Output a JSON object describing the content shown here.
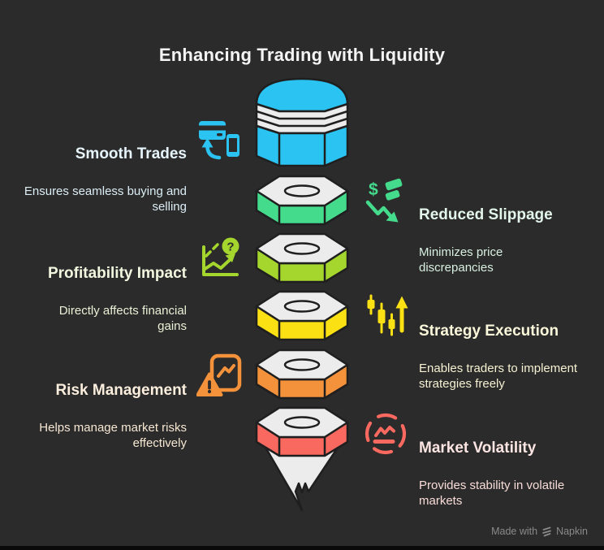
{
  "title": "Enhancing Trading with Liquidity",
  "canvas": {
    "background": "#2b2b2b",
    "bottom_bar_color": "#0a0a0a",
    "title_color": "#f4f4f4"
  },
  "funnel": {
    "face_color": "#ececec",
    "outline_color": "#1f1f1f"
  },
  "sections": [
    {
      "name": "smooth-trades",
      "side": "left",
      "title": "Smooth Trades",
      "description": "Ensures seamless buying and\nselling",
      "color": "#2ac3f2",
      "title_color": "#e6f4fb",
      "description_color": "#dcedf5",
      "icon": "card-to-phone-transfer-icon"
    },
    {
      "name": "reduced-slippage",
      "side": "right",
      "title": "Reduced Slippage",
      "description": "Minimizes price\ndiscrepancies",
      "color": "#45db8d",
      "title_color": "#e3f6eb",
      "description_color": "#d8f0e2",
      "icon": "dollar-slippage-arrow-icon",
      "icon_glyph": "$"
    },
    {
      "name": "profitability-impact",
      "side": "left",
      "title": "Profitability Impact",
      "description": "Directly affects financial\ngains",
      "color": "#a5d62d",
      "title_color": "#f1f6df",
      "description_color": "#eaf1d6",
      "icon": "chart-question-icon",
      "icon_glyph": "?"
    },
    {
      "name": "strategy-execution",
      "side": "right",
      "title": "Strategy Execution",
      "description": "Enables traders to implement\nstrategies freely",
      "color": "#fbe113",
      "title_color": "#fbf7da",
      "description_color": "#f6f1d2",
      "icon": "candlestick-up-arrow-icon"
    },
    {
      "name": "risk-management",
      "side": "left",
      "title": "Risk Management",
      "description": "Helps manage market risks\neffectively",
      "color": "#f4923c",
      "title_color": "#fbeedd",
      "description_color": "#f6e7d2",
      "icon": "document-warning-icon"
    },
    {
      "name": "market-volatility",
      "side": "right",
      "title": "Market Volatility",
      "description": "Provides stability in volatile\nmarkets",
      "color": "#f9695f",
      "title_color": "#fce5e2",
      "description_color": "#f8dcd8",
      "icon": "dashed-circle-chart-icon"
    }
  ],
  "footer": {
    "made_with": "Made with",
    "brand": "Napkin",
    "text_color": "#8a8a8a"
  }
}
